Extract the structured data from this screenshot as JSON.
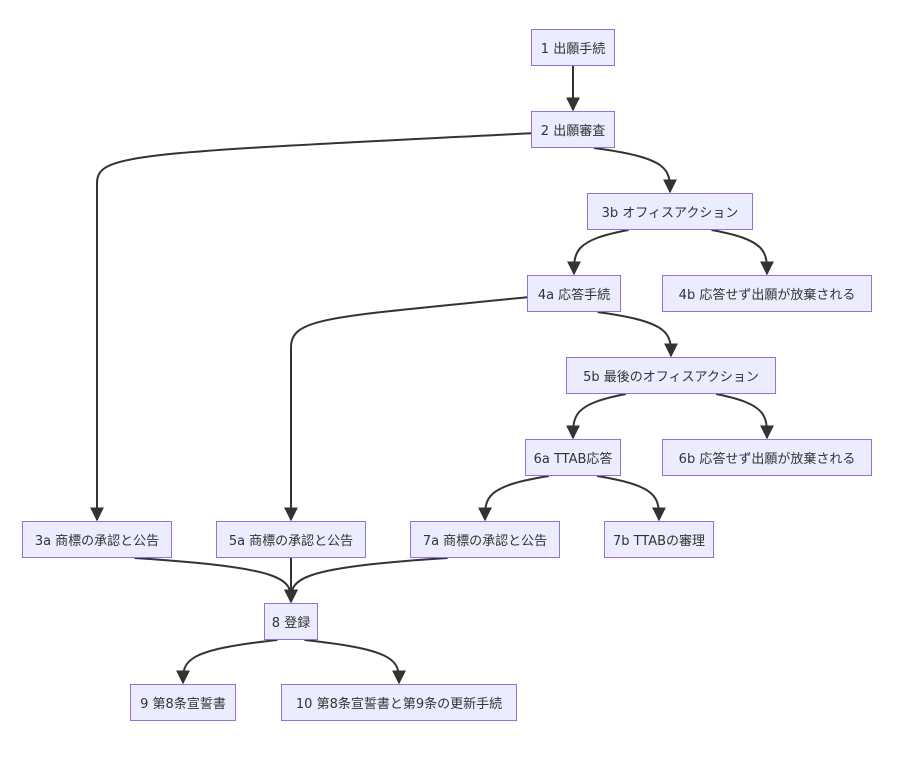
{
  "nodes": {
    "n1": "1 出願手続",
    "n2": "2 出願審査",
    "n3a": "3a 商標の承認と公告",
    "n3b": "3b オフィスアクション",
    "n4a": "4a 応答手続",
    "n4b": "4b 応答せず出願が放棄される",
    "n5a": "5a 商標の承認と公告",
    "n5b": "5b 最後のオフィスアクション",
    "n6a": "6a TTAB応答",
    "n6b": "6b 応答せず出願が放棄される",
    "n7a": "7a 商標の承認と公告",
    "n7b": "7b TTABの審理",
    "n8": "8 登録",
    "n9": "9 第8条宣誓書",
    "n10": "10 第8条宣誓書と第9条の更新手続"
  },
  "edges": [
    [
      "n1",
      "n2"
    ],
    [
      "n2",
      "n3a"
    ],
    [
      "n2",
      "n3b"
    ],
    [
      "n3b",
      "n4a"
    ],
    [
      "n3b",
      "n4b"
    ],
    [
      "n4a",
      "n5a"
    ],
    [
      "n4a",
      "n5b"
    ],
    [
      "n5b",
      "n6a"
    ],
    [
      "n5b",
      "n6b"
    ],
    [
      "n6a",
      "n7a"
    ],
    [
      "n6a",
      "n7b"
    ],
    [
      "n3a",
      "n8"
    ],
    [
      "n5a",
      "n8"
    ],
    [
      "n7a",
      "n8"
    ],
    [
      "n8",
      "n9"
    ],
    [
      "n8",
      "n10"
    ]
  ],
  "colors": {
    "node_fill": "#ECECFF",
    "node_border": "#9370DB",
    "edge": "#333333",
    "text": "#333333"
  }
}
